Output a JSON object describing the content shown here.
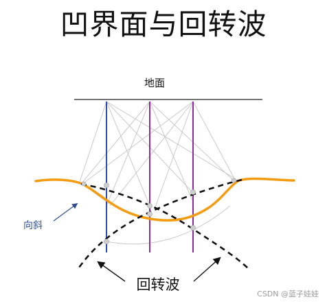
{
  "title": "凹界面与回转波",
  "labels": {
    "ground": "地面",
    "syncline": "向斜",
    "bowtie": "回转波"
  },
  "watermark": "CSDN @蓝子娃娃",
  "colors": {
    "reflector": "#f39c12",
    "trace_blue": "#2e4fb0",
    "trace_purple": "#8e2a9b",
    "ray": "#c8c8c8",
    "bowtie_curve": "#111111",
    "arrow": "#2f4f8f"
  }
}
